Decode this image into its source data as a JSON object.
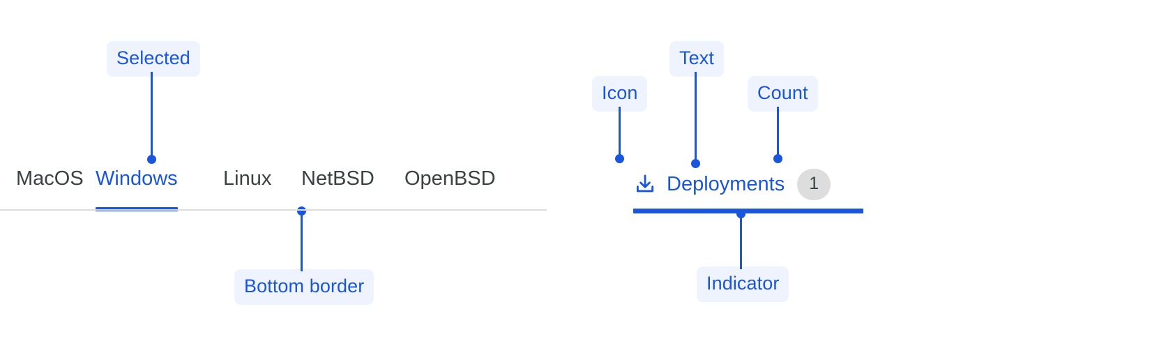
{
  "left_panel": {
    "name": "os-tab-strip",
    "tabs": [
      {
        "label": "MacOS",
        "selected": false
      },
      {
        "label": "Windows",
        "selected": true
      },
      {
        "label": "Linux",
        "selected": false
      },
      {
        "label": "NetBSD",
        "selected": false
      },
      {
        "label": "OpenBSD",
        "selected": false
      }
    ],
    "annotations": {
      "selected": "Selected",
      "bottom_border": "Bottom border"
    }
  },
  "right_panel": {
    "name": "deployments-tab",
    "icon": "download-icon",
    "text": "Deployments",
    "count": "1",
    "annotations": {
      "icon": "Icon",
      "text": "Text",
      "count": "Count",
      "indicator": "Indicator"
    }
  },
  "colors": {
    "accent": "#1a56db",
    "tab_text": "#3c4043",
    "callout_bg": "#eef3fd",
    "divider": "#dcdcdc",
    "badge_bg": "#dddddd"
  }
}
